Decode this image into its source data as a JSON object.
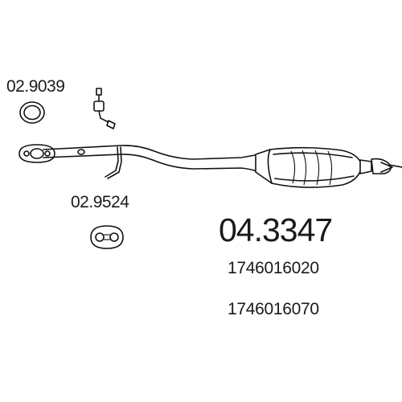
{
  "main_part_number": "04.3347",
  "oem_numbers": [
    "1746016020",
    "1746016070"
  ],
  "accessories": [
    {
      "part_number": "02.9039",
      "icon": "gasket-ring-icon"
    },
    {
      "part_number": "02.9524",
      "icon": "rubber-hanger-icon"
    }
  ],
  "components": [
    "exhaust-pipe",
    "catalytic-converter",
    "lambda-sensor"
  ]
}
